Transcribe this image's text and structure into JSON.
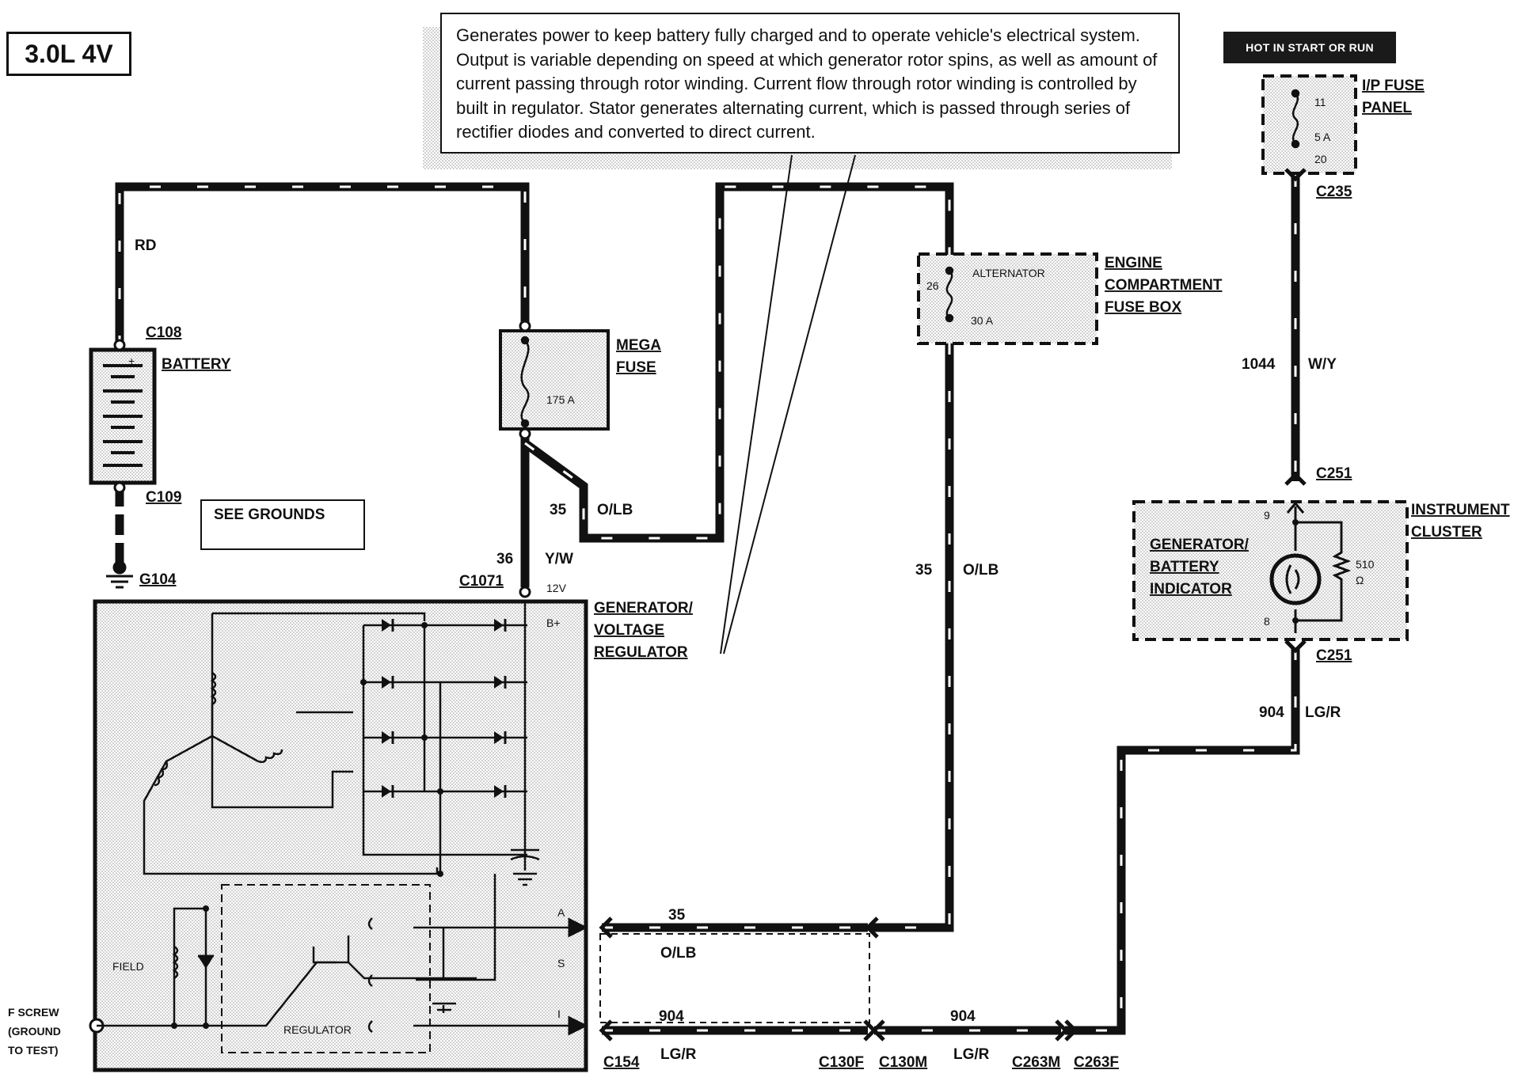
{
  "header": {
    "model": "3.0L 4V",
    "hot_label": "HOT IN START OR RUN"
  },
  "description": "Generates power to keep battery fully charged and to operate vehicle's electrical system. Output is variable depending on speed at which generator rotor spins, as well as amount of current passing through rotor winding. Current flow through rotor winding is controlled by built in regulator. Stator generates alternating current, which is passed through series of rectifier diodes and converted to direct current.",
  "components": {
    "battery": "BATTERY",
    "mega_fuse": {
      "line1": "MEGA",
      "line2": "FUSE",
      "rating": "175 A"
    },
    "see_grounds": "SEE GROUNDS",
    "engine_fuse_box": {
      "line1": "ENGINE",
      "line2": "COMPARTMENT",
      "line3": "FUSE BOX",
      "fuse_num": "26",
      "fuse_name": "ALTERNATOR",
      "rating": "30 A"
    },
    "ip_fuse_panel": {
      "line1": "I/P FUSE",
      "line2": "PANEL",
      "fuse_num": "11",
      "rating": "5 A",
      "pin": "20"
    },
    "instrument_cluster": {
      "line1": "INSTRUMENT",
      "line2": "CLUSTER",
      "ind1": "GENERATOR/",
      "ind2": "BATTERY",
      "ind3": "INDICATOR",
      "pin_top": "9",
      "pin_bottom": "8",
      "resistor": "510",
      "ohm": "Ω"
    },
    "generator": {
      "line1": "GENERATOR/",
      "line2": "VOLTAGE",
      "line3": "REGULATOR",
      "b_plus": "B+",
      "v12": "12V",
      "term_a": "A",
      "term_s": "S",
      "term_i": "I",
      "field": "FIELD",
      "regulator": "REGULATOR",
      "fscrew1": "F SCREW",
      "fscrew2": "(GROUND",
      "fscrew3": "TO TEST)"
    }
  },
  "connectors": {
    "c108": "C108",
    "c109": "C109",
    "g104": "G104",
    "c1071": "C1071",
    "c235": "C235",
    "c251_top": "C251",
    "c251_bottom": "C251",
    "c154": "C154",
    "c130f": "C130F",
    "c130m": "C130M",
    "c263m": "C263M",
    "c263f": "C263F"
  },
  "wires": {
    "rd": "RD",
    "w35_num": "35",
    "w35_color": "O/LB",
    "w36_num": "36",
    "w36_color": "Y/W",
    "w35v_num": "35",
    "w35v_color": "O/LB",
    "w1044_num": "1044",
    "w1044_color": "W/Y",
    "w904_num": "904",
    "w904_color": "LG/R",
    "b35_num": "35",
    "b35_color": "O/LB",
    "b904_num": "904",
    "b904_color": "LG/R",
    "b904r_num": "904",
    "b904r_color": "LG/R"
  }
}
